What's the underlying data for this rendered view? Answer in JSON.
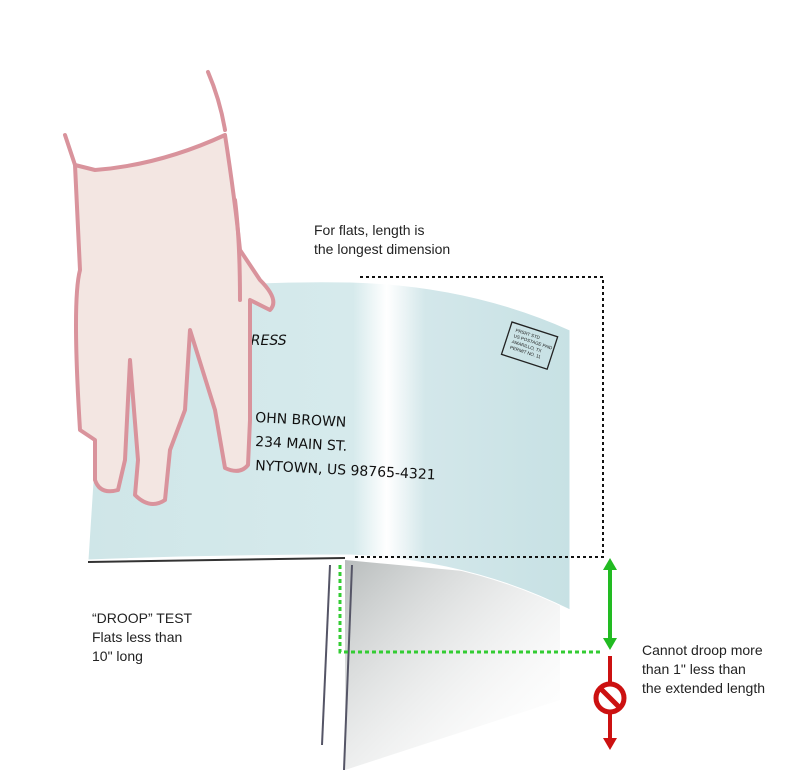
{
  "caption_top": [
    "For flats, length is",
    "the longest dimension"
  ],
  "caption_left": [
    "“DROOP” TEST",
    "Flats less than",
    "10\" long"
  ],
  "caption_right": [
    "Cannot droop more",
    "than 1\" less than",
    "the extended length"
  ],
  "mailpiece": {
    "return_address": "DRESS",
    "address_lines": [
      "OHN BROWN",
      "234 MAIN ST.",
      "NYTOWN, US 98765-4321"
    ],
    "indicia": [
      "PRSRT STD",
      "US POSTAGE PAID",
      "AMARILLO, TX",
      "PERMIT NO. 11"
    ]
  },
  "colors": {
    "envelope": "#d3e8ea",
    "hand_outline": "#d9939c",
    "hand_fill": "#f3e6e2",
    "ok_arrow": "#22bb22",
    "fail_arrow": "#cc1111",
    "dotted": "#33cc33"
  }
}
